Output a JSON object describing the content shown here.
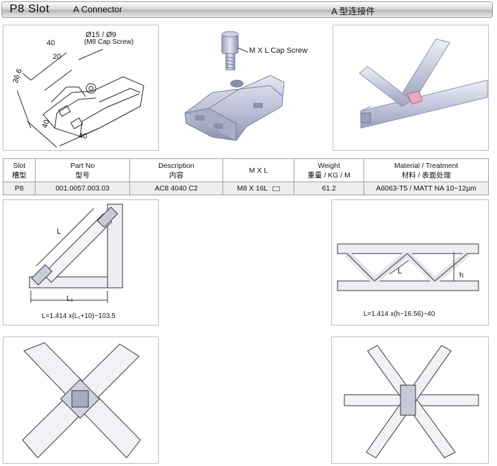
{
  "header": {
    "slot_title": "P8  Slot",
    "name_en": "A Connector",
    "name_cn": "A 型连接件"
  },
  "drawing": {
    "dim_40_top": "40",
    "dim_20": "20",
    "dim_36_6": "36.6",
    "dim_40_left": "40",
    "dim_40_bottom": "40",
    "bore_label": "Ø15 / Ø9",
    "bore_note": "(M8 Cap Screw)"
  },
  "render": {
    "screw_label": "M X L Cap Screw"
  },
  "table": {
    "headers": [
      {
        "en": "Slot",
        "cn": "槽型"
      },
      {
        "en": "Part No",
        "cn": "型号"
      },
      {
        "en": "Description",
        "cn": "内容"
      },
      {
        "en": "M X L",
        "cn": ""
      },
      {
        "en": "Weight",
        "cn": "重量 / KG / M"
      },
      {
        "en": "Material / Treatment",
        "cn": "材料 / 表面处理"
      }
    ],
    "row": {
      "slot": "P8",
      "part_no": "001.0057.003.03",
      "description": "AC8 4040 C2",
      "mxl": "M8 X 16L",
      "weight": "61.2",
      "material": "A6063-T5 / MATT NA 10~12μm"
    }
  },
  "example1": {
    "label_L": "L",
    "label_L1": "L₁",
    "formula": "L=1.414 x(L₁+10)−103.5"
  },
  "example2": {
    "label_L": "L",
    "label_h": "h",
    "formula": "L=1.414 x(h−16.56)−40"
  }
}
